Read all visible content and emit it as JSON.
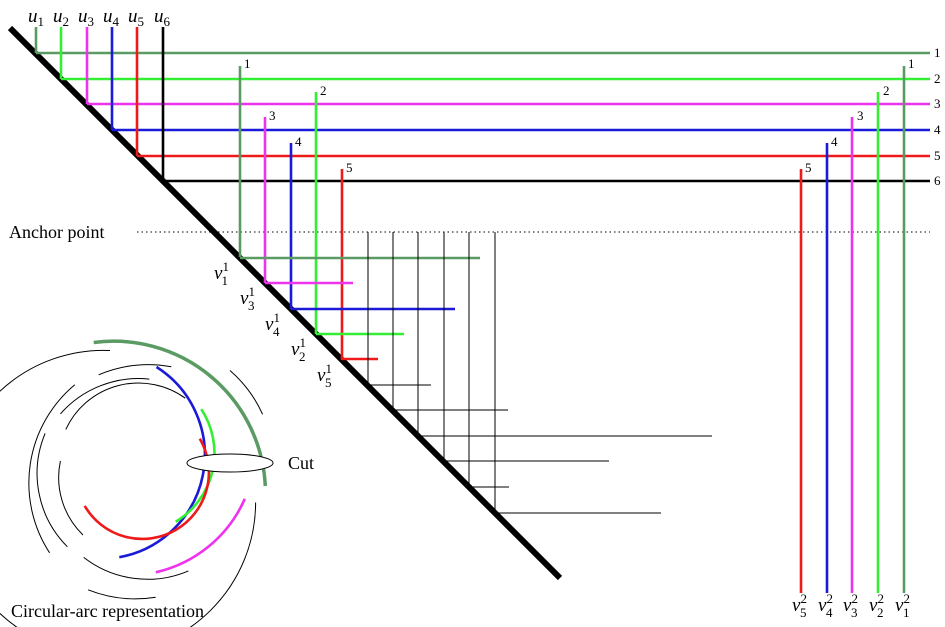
{
  "labels": {
    "anchor": "Anchor point",
    "cut": "Cut",
    "circular": "Circular-arc representation"
  },
  "colors": {
    "c1": "#5a9b63",
    "c2": "#33ee33",
    "c3": "#ee33ee",
    "c4": "#1a1ad8",
    "c5": "#ee1a1a",
    "c6": "#000000",
    "thin": "#000000"
  },
  "top_vars": [
    {
      "base": "u",
      "sub": "1"
    },
    {
      "base": "u",
      "sub": "2"
    },
    {
      "base": "u",
      "sub": "3"
    },
    {
      "base": "u",
      "sub": "4"
    },
    {
      "base": "u",
      "sub": "5"
    },
    {
      "base": "u",
      "sub": "6"
    }
  ],
  "right_numbers": [
    "1",
    "2",
    "3",
    "4",
    "5",
    "6"
  ],
  "inner_v_labels": [
    "1",
    "2",
    "3",
    "4",
    "5"
  ],
  "right_v_labels": [
    "1",
    "2",
    "3",
    "4",
    "5"
  ],
  "diag_vars": [
    {
      "base": "v",
      "sub": "1",
      "sup": "1"
    },
    {
      "base": "v",
      "sub": "3",
      "sup": "1"
    },
    {
      "base": "v",
      "sub": "4",
      "sup": "1"
    },
    {
      "base": "v",
      "sub": "2",
      "sup": "1"
    },
    {
      "base": "v",
      "sub": "5",
      "sup": "1"
    }
  ],
  "bottom_vars": [
    {
      "base": "v",
      "sub": "5",
      "sup": "2"
    },
    {
      "base": "v",
      "sub": "4",
      "sup": "2"
    },
    {
      "base": "v",
      "sub": "3",
      "sup": "2"
    },
    {
      "base": "v",
      "sub": "2",
      "sup": "2"
    },
    {
      "base": "v",
      "sub": "1",
      "sup": "2"
    }
  ]
}
